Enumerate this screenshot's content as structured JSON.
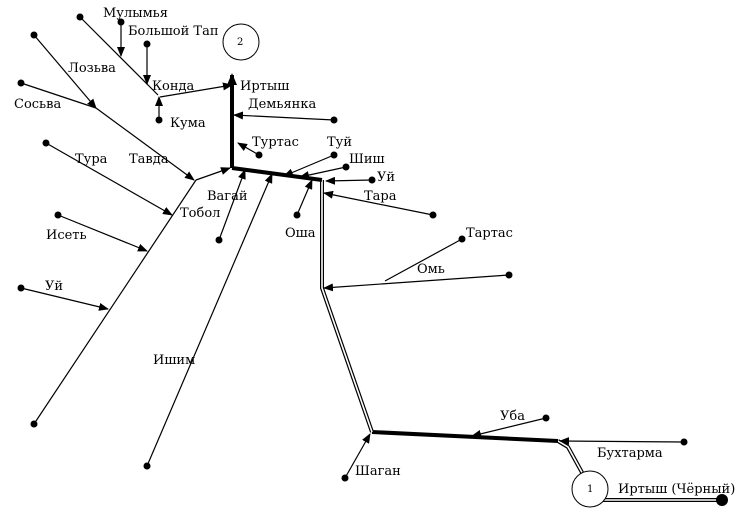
{
  "diagram": {
    "nodes": {
      "source": "1",
      "mouth": "2"
    },
    "labels": {
      "mulymya": "Мулымья",
      "bolshoy_tap": "Большой Тап",
      "lozva": "Лозьва",
      "konda": "Конда",
      "irtysh_top": "Иртыш",
      "sosva": "Сосьва",
      "kuma": "Кума",
      "demyanka": "Демьянка",
      "tura": "Тура",
      "tavda": "Тавда",
      "turtas": "Туртас",
      "tuy": "Туй",
      "shish": "Шиш",
      "uy_right": "Уй",
      "vagay": "Вагай",
      "tara": "Тара",
      "tobol": "Тобол",
      "iset": "Исеть",
      "osha": "Оша",
      "tartas": "Тартас",
      "om": "Омь",
      "uy_left": "Уй",
      "ishim": "Ишим",
      "uba": "Уба",
      "bukhtarma": "Бухтарма",
      "shagan": "Шаган",
      "irtysh_black": "Иртыш (Чёрный)"
    }
  }
}
